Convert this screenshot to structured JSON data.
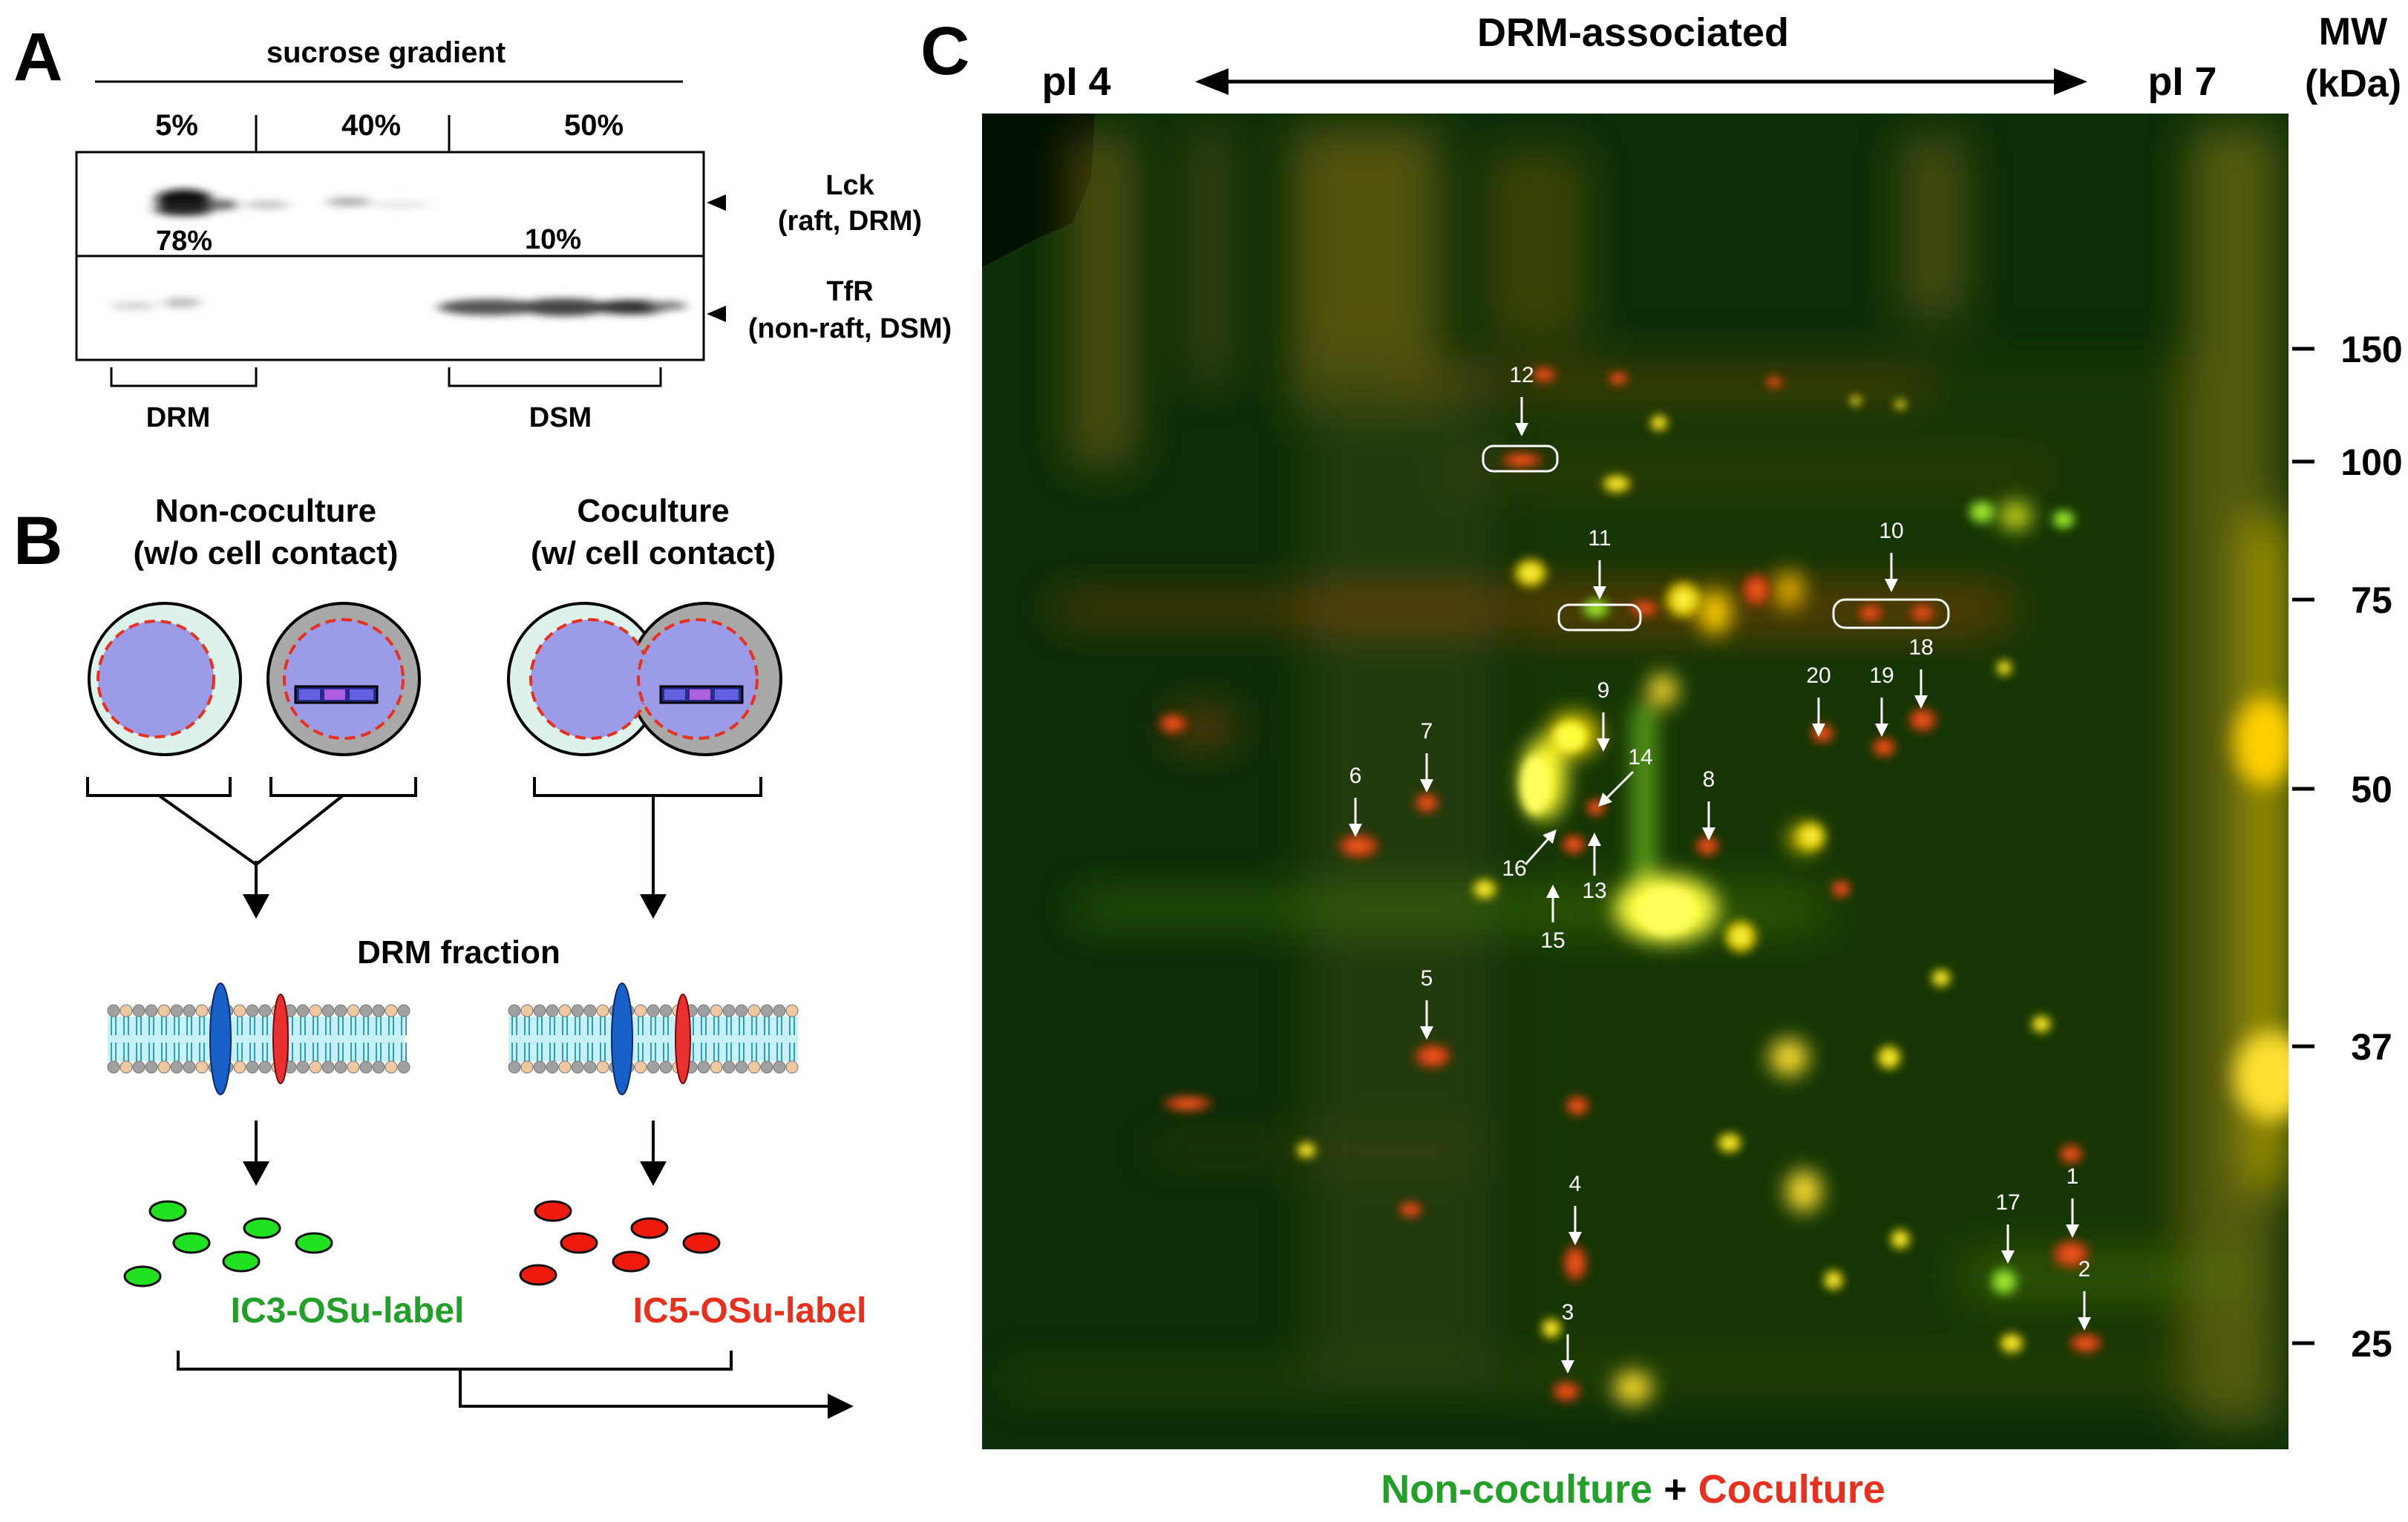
{
  "panel_a": {
    "letter": "A",
    "gradient_label": "sucrose gradient",
    "fractions": [
      "5%",
      "40%",
      "50%"
    ],
    "lck_percent_left": "78%",
    "lck_percent_right": "10%",
    "lck_label_1": "Lck",
    "lck_label_2": "(raft, DRM)",
    "tfr_label_1": "TfR",
    "tfr_label_2": "(non-raft, DSM)",
    "drm_bracket": "DRM",
    "dsm_bracket": "DSM"
  },
  "panel_b": {
    "letter": "B",
    "left_title_1": "Non-coculture",
    "left_title_2": "(w/o cell contact)",
    "right_title_1": "Coculture",
    "right_title_2": "(w/  cell contact)",
    "drm_fraction": "DRM fraction",
    "label_green": "IC3-OSu-label",
    "label_red": "IC5-OSu-label",
    "colors": {
      "green_label": "#22a02a",
      "red_label": "#e8301e",
      "cell_fill": "#9b9be8",
      "cell_left_bg": "#ddf2ea",
      "cell_right_bg": "#a8a8a8"
    }
  },
  "panel_c": {
    "letter": "C",
    "header": "DRM-associated",
    "pi_left": "pI 4",
    "pi_right": "pI 7",
    "mw_title_1": "MW",
    "mw_title_2": "(kDa)",
    "mw_ticks": [
      {
        "label": "150"
      },
      {
        "label": "100"
      },
      {
        "label": "75"
      },
      {
        "label": "50"
      },
      {
        "label": "37"
      },
      {
        "label": "25"
      }
    ],
    "spot_labels": [
      "1",
      "2",
      "3",
      "4",
      "5",
      "6",
      "7",
      "8",
      "9",
      "10",
      "11",
      "12",
      "13",
      "14",
      "15",
      "16",
      "17",
      "18",
      "19",
      "20"
    ],
    "caption_green": "Non-coculture",
    "caption_plus": " + ",
    "caption_red": "Coculture",
    "colors": {
      "gel_background": "#0c2e08",
      "green": "#22a02a",
      "red": "#e8301e"
    }
  }
}
